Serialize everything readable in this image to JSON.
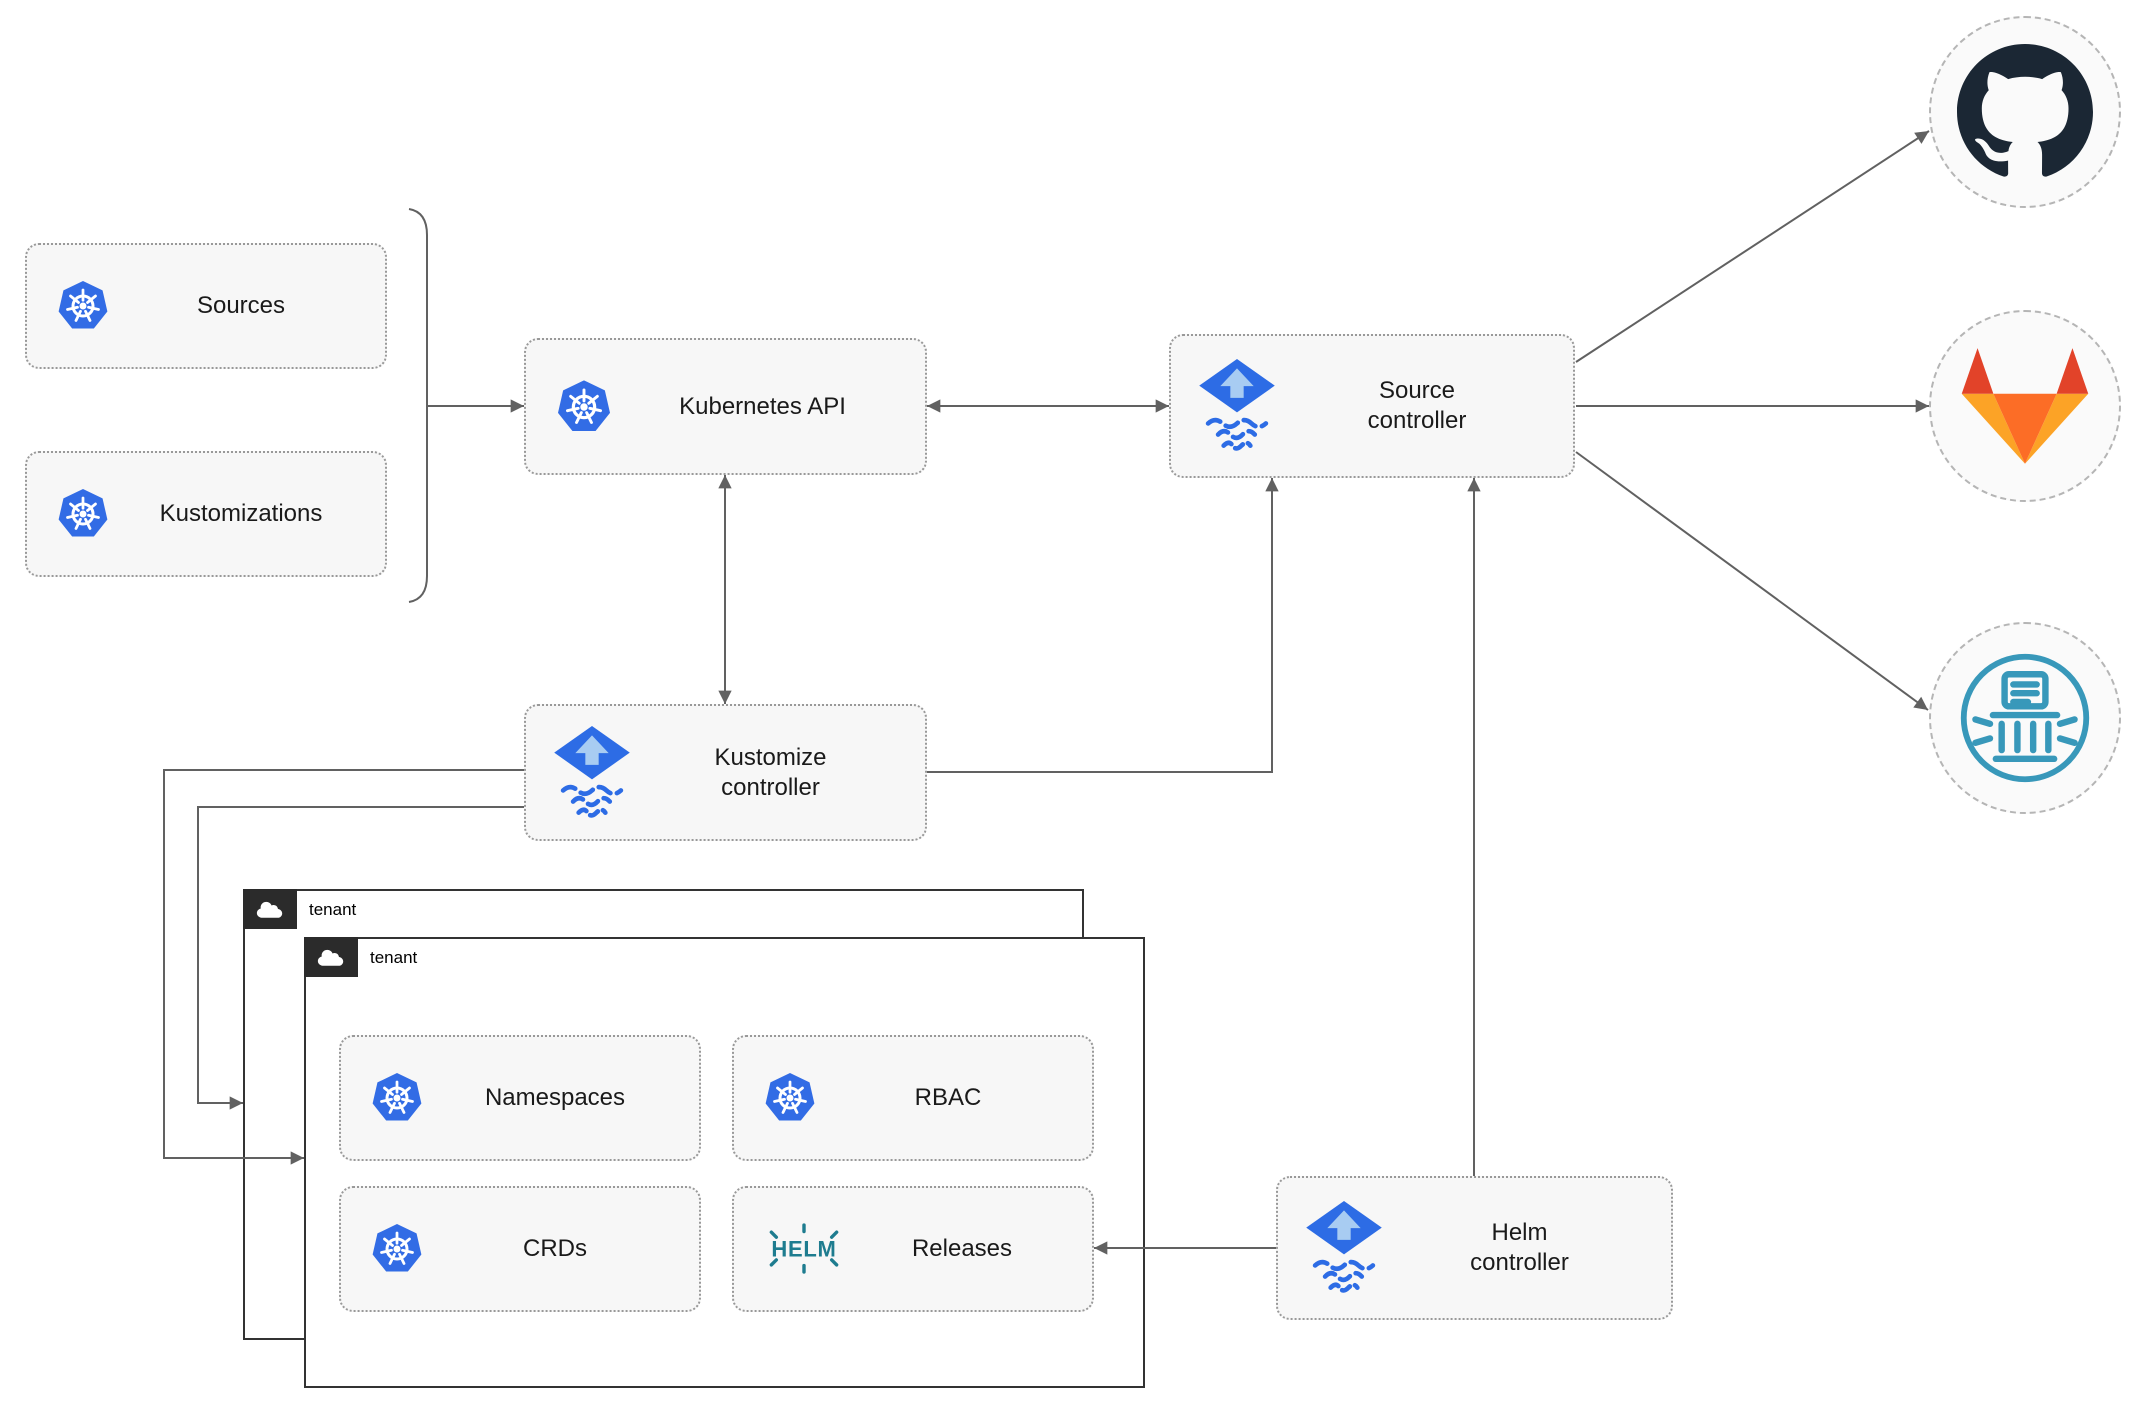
{
  "nodes": {
    "sources": {
      "label": "Sources",
      "icon": "kubernetes-icon"
    },
    "kustomizations": {
      "label": "Kustomizations",
      "icon": "kubernetes-icon"
    },
    "kubernetes_api": {
      "label": "Kubernetes API",
      "icon": "kubernetes-icon"
    },
    "source_controller": {
      "label": "Source\ncontroller",
      "icon": "flux-icon"
    },
    "kustomize_controller": {
      "label": "Kustomize\ncontroller",
      "icon": "flux-icon"
    },
    "helm_controller": {
      "label": "Helm\ncontroller",
      "icon": "flux-icon"
    },
    "namespaces": {
      "label": "Namespaces",
      "icon": "kubernetes-icon"
    },
    "rbac": {
      "label": "RBAC",
      "icon": "kubernetes-icon"
    },
    "crds": {
      "label": "CRDs",
      "icon": "kubernetes-icon"
    },
    "releases": {
      "label": "Releases",
      "icon": "helm-icon"
    }
  },
  "groups": {
    "tenant_back": {
      "label": "tenant",
      "icon": "cloud-icon"
    },
    "tenant_front": {
      "label": "tenant",
      "icon": "cloud-icon"
    }
  },
  "remotes": {
    "github": {
      "icon": "github-icon"
    },
    "gitlab": {
      "icon": "gitlab-icon"
    },
    "helm_repository": {
      "icon": "chartmuseum-icon"
    }
  },
  "colors": {
    "kubernetes_blue": "#326CE5",
    "flux_blue": "#2D6CE5",
    "flux_arrow_light": "#A8CCF2",
    "helm_teal": "#1E7C8F",
    "chartmuseum_teal": "#3898BA",
    "github_dark": "#1B2734",
    "gitlab_red": "#E24329",
    "gitlab_orange": "#FC6D26",
    "gitlab_yellow": "#FCA326",
    "arrow_gray": "#616161",
    "node_fill": "#F7F7F7",
    "node_border": "#999999",
    "tenant_border": "#333333",
    "tenant_header_bg": "#2B2B2B"
  }
}
